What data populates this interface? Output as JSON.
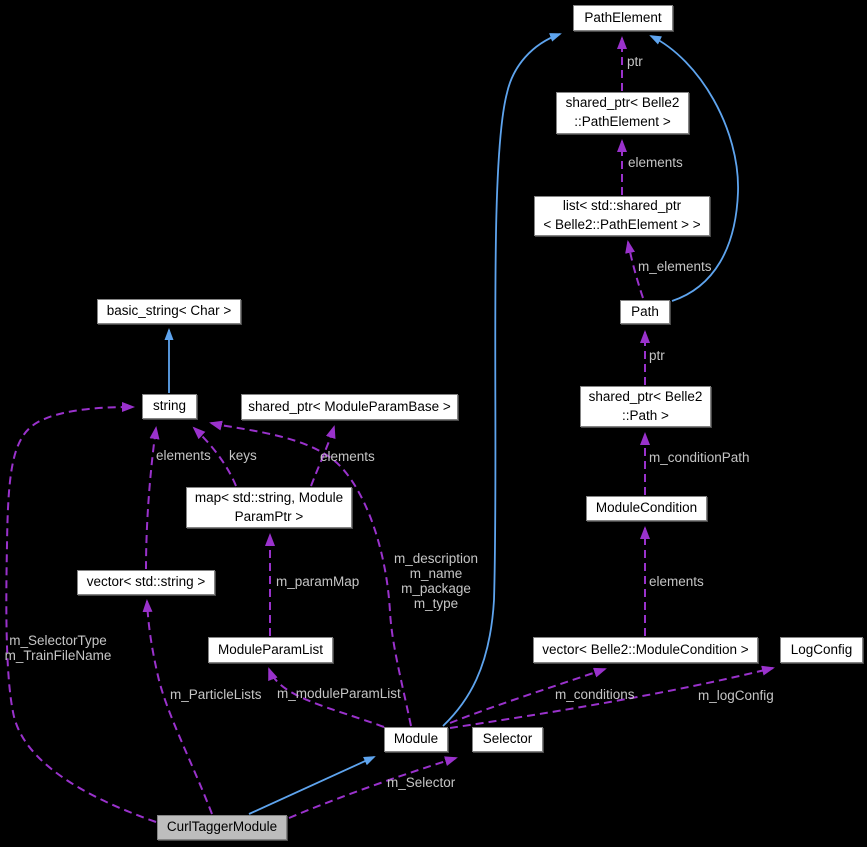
{
  "diagram": {
    "type": "doxygen-collaboration-graph",
    "focus_class": "CurlTaggerModule",
    "colors": {
      "background": "#000000",
      "node_fill": "#ffffff",
      "node_border": "#848484",
      "node_text": "#000000",
      "focus_node_fill": "#bdbdbd",
      "inheritance_edge": "#5ea4ee",
      "member_edge": "#9a32cc",
      "edge_label": "#c5c5c5"
    },
    "nodes": [
      {
        "id": "PathElement",
        "label": "PathElement"
      },
      {
        "id": "shared_ptr_PathElement",
        "label": "shared_ptr< Belle2\n::PathElement >"
      },
      {
        "id": "list_shared_ptr_PathElement",
        "label": "list< std::shared_ptr\n< Belle2::PathElement > >"
      },
      {
        "id": "Path",
        "label": "Path"
      },
      {
        "id": "shared_ptr_Path",
        "label": "shared_ptr< Belle2\n::Path >"
      },
      {
        "id": "ModuleCondition",
        "label": "ModuleCondition"
      },
      {
        "id": "vector_ModuleCondition",
        "label": "vector< Belle2::ModuleCondition >"
      },
      {
        "id": "LogConfig",
        "label": "LogConfig"
      },
      {
        "id": "Module",
        "label": "Module"
      },
      {
        "id": "Selector",
        "label": "Selector"
      },
      {
        "id": "CurlTaggerModule",
        "label": "CurlTaggerModule"
      },
      {
        "id": "ModuleParamList",
        "label": "ModuleParamList"
      },
      {
        "id": "basic_string_Char",
        "label": "basic_string< Char >"
      },
      {
        "id": "string",
        "label": "string"
      },
      {
        "id": "shared_ptr_ModuleParamBase",
        "label": "shared_ptr< ModuleParamBase >"
      },
      {
        "id": "map_string_ModuleParamPtr",
        "label": "map< std::string, Module\nParamPtr >"
      },
      {
        "id": "vector_string",
        "label": "vector< std::string >"
      }
    ],
    "edge_labels": [
      {
        "id": "ptr_top",
        "text": "ptr"
      },
      {
        "id": "elements_top",
        "text": "elements"
      },
      {
        "id": "m_elements",
        "text": "m_elements"
      },
      {
        "id": "ptr_mid",
        "text": "ptr"
      },
      {
        "id": "m_conditionPath",
        "text": "m_conditionPath"
      },
      {
        "id": "elements_mid",
        "text": "elements"
      },
      {
        "id": "m_conditions",
        "text": "m_conditions"
      },
      {
        "id": "m_logConfig",
        "text": "m_logConfig"
      },
      {
        "id": "m_Selector",
        "text": "m_Selector"
      },
      {
        "id": "m_moduleParamList",
        "text": "m_moduleParamList"
      },
      {
        "id": "m_ParticleLists",
        "text": "m_ParticleLists"
      },
      {
        "id": "m_paramMap",
        "text": "m_paramMap"
      },
      {
        "id": "elements_left",
        "text": "elements"
      },
      {
        "id": "keys",
        "text": "keys"
      },
      {
        "id": "elements_right",
        "text": "elements"
      },
      {
        "id": "m_SelectorType_m_TrainFileName",
        "text": "m_SelectorType\nm_TrainFileName"
      },
      {
        "id": "module_string_members",
        "text": "m_description\nm_name\nm_package\nm_type"
      }
    ],
    "edges": [
      {
        "from": "string",
        "to": "basic_string< Char >",
        "relation": "inherits",
        "label": ""
      },
      {
        "from": "CurlTaggerModule",
        "to": "Module",
        "relation": "inherits",
        "label": ""
      },
      {
        "from": "Module",
        "to": "PathElement",
        "relation": "inherits",
        "label": ""
      },
      {
        "from": "Path",
        "to": "PathElement",
        "relation": "inherits",
        "label": ""
      },
      {
        "from": "shared_ptr< Belle2::PathElement >",
        "to": "PathElement",
        "relation": "member",
        "label": "ptr"
      },
      {
        "from": "list< std::shared_ptr< Belle2::PathElement > >",
        "to": "shared_ptr< Belle2::PathElement >",
        "relation": "member",
        "label": "elements"
      },
      {
        "from": "Path",
        "to": "list< std::shared_ptr< Belle2::PathElement > >",
        "relation": "member",
        "label": "m_elements"
      },
      {
        "from": "shared_ptr< Belle2::Path >",
        "to": "Path",
        "relation": "member",
        "label": "ptr"
      },
      {
        "from": "ModuleCondition",
        "to": "shared_ptr< Belle2::Path >",
        "relation": "member",
        "label": "m_conditionPath"
      },
      {
        "from": "vector< Belle2::ModuleCondition >",
        "to": "ModuleCondition",
        "relation": "member",
        "label": "elements"
      },
      {
        "from": "Module",
        "to": "vector< Belle2::ModuleCondition >",
        "relation": "member",
        "label": "m_conditions"
      },
      {
        "from": "Module",
        "to": "LogConfig",
        "relation": "member",
        "label": "m_logConfig"
      },
      {
        "from": "Module",
        "to": "ModuleParamList",
        "relation": "member",
        "label": "m_moduleParamList"
      },
      {
        "from": "Module",
        "to": "string",
        "relation": "member",
        "label": "m_description m_name m_package m_type"
      },
      {
        "from": "ModuleParamList",
        "to": "map< std::string, ModuleParamPtr >",
        "relation": "member",
        "label": "m_paramMap"
      },
      {
        "from": "map< std::string, ModuleParamPtr >",
        "to": "string",
        "relation": "member",
        "label": "keys"
      },
      {
        "from": "map< std::string, ModuleParamPtr >",
        "to": "shared_ptr< ModuleParamBase >",
        "relation": "member",
        "label": "elements"
      },
      {
        "from": "vector< std::string >",
        "to": "string",
        "relation": "member",
        "label": "elements"
      },
      {
        "from": "CurlTaggerModule",
        "to": "vector< std::string >",
        "relation": "member",
        "label": "m_ParticleLists"
      },
      {
        "from": "CurlTaggerModule",
        "to": "string",
        "relation": "member",
        "label": "m_SelectorType m_TrainFileName"
      },
      {
        "from": "CurlTaggerModule",
        "to": "Selector",
        "relation": "member",
        "label": "m_Selector"
      }
    ]
  }
}
